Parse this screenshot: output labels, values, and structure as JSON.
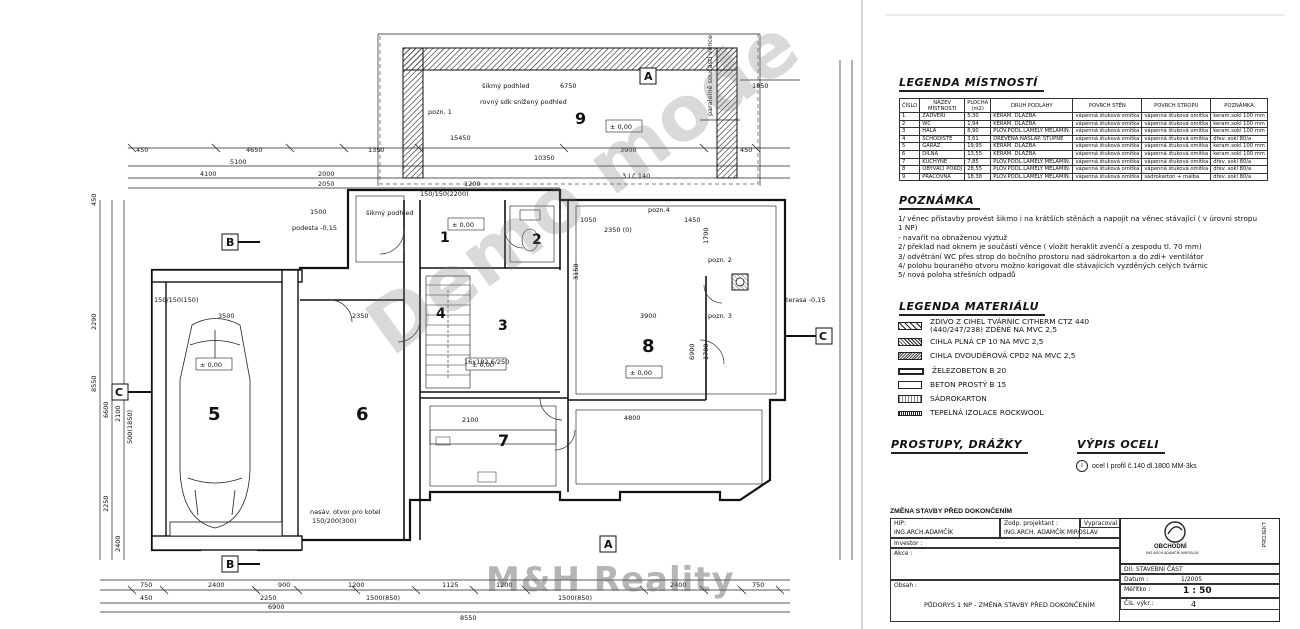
{
  "rooms": [
    {
      "no": "1",
      "name": "ZÁDVEŘÍ",
      "area": "5,30",
      "floor": "KERAM. DLAŽBA",
      "walls": "vápenná štuková omítka",
      "ceiling": "vápenná štuková omítka",
      "note": "keram.sokl 100 mm"
    },
    {
      "no": "2",
      "name": "WC",
      "area": "1,94",
      "floor": "KERAM. DLAŽBA",
      "walls": "vápenná štuková omítka",
      "ceiling": "vápenná štuková omítka",
      "note": "keram.sokl 100 mm"
    },
    {
      "no": "3",
      "name": "HALA",
      "area": "8,90",
      "floor": "PLOV.PODL.LAMELY MELAMIN.",
      "walls": "vápenná štuková omítka",
      "ceiling": "vápenná štuková omítka",
      "note": "keram.sokl 100 mm"
    },
    {
      "no": "4",
      "name": "SCHODIŠTĚ",
      "area": "3,61",
      "floor": "DŘEVĚNÁ NÁŠLAP. STUPNĚ",
      "walls": "vápenná štuková omítka",
      "ceiling": "vápenná štuková omítka",
      "note": "dřev. sokl 80/a"
    },
    {
      "no": "5",
      "name": "GARÁŽ",
      "area": "19,95",
      "floor": "KERAM. DLAŽBA",
      "walls": "vápenná štuková omítka",
      "ceiling": "vápenná štuková omítka",
      "note": "keram.sokl 100 mm"
    },
    {
      "no": "6",
      "name": "DÍLNA",
      "area": "13,55",
      "floor": "KERAM. DLAŽBA",
      "walls": "vápenná štuková omítka",
      "ceiling": "vápenná štuková omítka",
      "note": "keram.sokl 100 mm"
    },
    {
      "no": "7",
      "name": "KUCHYNĚ",
      "area": "7,85",
      "floor": "PLOV.PODL.LAMELY MELAMIN.",
      "walls": "vápenná štuková omítka",
      "ceiling": "vápenná štuková omítka",
      "note": "dřev. sokl 80/a"
    },
    {
      "no": "8",
      "name": "OBÝVACÍ POKOJ",
      "area": "28,55",
      "floor": "PLOV.PODL.LAMELY MELAMIN.",
      "walls": "vápenná štuková omítka",
      "ceiling": "vápenná štuková omítka",
      "note": "dřev. sokl 80/a"
    },
    {
      "no": "9",
      "name": "PRACOVNA",
      "area": "18,38",
      "floor": "PLOV.PODL.LAMELY MELAMIN.",
      "walls": "vápenná štuková omítka",
      "ceiling": "sádrokarton + malba",
      "note": "dřev. sokl 80/a"
    }
  ],
  "legend": {
    "rooms_title": "LEGENDA MÍSTNOSTÍ",
    "cols": {
      "no": "ČÍSLO",
      "name": "NÁZEV MÍSTNOSTI",
      "area": "PLOCHA (m2)",
      "floor": "DRUH PODLAHY",
      "walls": "POVRCH STĚN",
      "ceiling": "POVRCH STROPU",
      "note": "POZNÁMKA"
    },
    "notes_title": "POZNÁMKA",
    "notes": [
      "1/ věnec přístavby provést šikmo i na krátších stěnách a napojit na věnec stávající ( v úrovni stropu 1 NP)",
      "- navařit na obnaženou výztuž",
      "2/ překlad nad oknem je součástí věnce ( vložit heraklit zvenčí a zespodu tl. 70 mm)",
      "3/ odvětrání WC přes strop do bočního prostoru nad sádrokarton a do zdi+ ventilátor",
      "4/ polohu bouraného otvoru možno korigovat dle stávajících vyzděných celých tvárnic",
      "5/ nová poloha střešních odpadů"
    ],
    "materials_title": "LEGENDA MATERIÁLU",
    "materials": [
      "ZDIVO Z CIHEL TVÁRNIC CITHERM CTZ 440 (440/247/238) ZDĚNÉ NA MVC 2,5",
      "CIHLA PLNÁ CP 10 NA MVC 2,5",
      "CIHLA DVOUDĚROVÁ CPD2 NA MVC 2,5",
      "ŽELEZOBETON B 20",
      "BETON PROSTÝ B 15",
      "SÁDROKARTON",
      "TEPELNÁ IZOLACE ROCKWOOL"
    ],
    "passages_title": "PROSTUPY, DRÁŽKY",
    "steel_title": "VÝPIS OCELI",
    "steel_item_no": "I",
    "steel_item": "ocel I profil č.140 dl.1800 MM-3ks"
  },
  "title_block": {
    "heading": "ZMĚNA STAVBY PŘED DOKONČENÍM",
    "hip_label": "HIP:",
    "hip": "ING.ARCH.ADAMČÍK",
    "projektant_label": "Zodp. projektant :",
    "projektant": "ING.ARCH. ADAMČÍK MIROSLAV",
    "vypracoval_label": "Vypracoval :",
    "investor_label": "Investor :",
    "akce_label": "Akce :",
    "obsah_label": "Obsah :",
    "obsah": "PŮDORYS 1 NP - ZMĚNA STAVBY PŘED DOKONČENÍM",
    "company": "OBCHODNÍ",
    "company_sub": "ING.ARCH.ADAMČÍK MIROSLAV",
    "project_side": "PROJEKT",
    "part": "DIl: STAVEBNÍ ČÁST",
    "datum_label": "Datum :",
    "datum": "1/2005",
    "meritko_label": "Měřítko :",
    "meritko": "1 : 50",
    "cis_label": "Čís. výkr.:",
    "cis": "4"
  },
  "plan_labels": {
    "room_numbers": [
      "1",
      "2",
      "3",
      "4",
      "5",
      "6",
      "7",
      "8",
      "9"
    ],
    "levels": [
      "± 0,00",
      "± 0,00",
      "± 0,00",
      "± 0,00",
      "± 0,00"
    ],
    "notes": [
      "šikmý podhled",
      "rovný sdk snížený podhled",
      "pozn. 1",
      "šikmý podhled",
      "podesta -0,15",
      "terasa -0,15",
      "pozn.4",
      "pozn. 2",
      "pozn. 3",
      "nasáv. otvor pro kotel",
      "150/200(300)",
      "16x182,6/250",
      "150/150(150)",
      "150/150(2200)",
      "paralelně součástí věnce",
      "3 I č.140"
    ],
    "sections": [
      "A",
      "A",
      "B",
      "B",
      "C",
      "C"
    ],
    "dims_top": [
      "6750",
      "1850",
      "15450",
      "10350",
      "3900",
      "1350",
      "450",
      "4650",
      "5100",
      "4100",
      "2050",
      "2000",
      "1200",
      "1500",
      "450"
    ],
    "dims_bottom": [
      "750",
      "2400",
      "900",
      "1200",
      "1125",
      "1200",
      "2400",
      "750",
      "450",
      "2250",
      "1500(850)",
      "1500(850)",
      "6900",
      "8550"
    ],
    "dims_left": [
      "8550",
      "6600",
      "2100",
      "500(1850)",
      "2250",
      "2290",
      "450",
      "2400"
    ],
    "dims_inner": [
      "3500",
      "2350",
      "4800",
      "2350 (0)",
      "3900",
      "1450",
      "1050",
      "2100",
      "1700",
      "6900",
      "3150",
      "1700"
    ]
  },
  "watermarks": {
    "diag": "Demo mode",
    "bottom": "M&H Reality"
  }
}
